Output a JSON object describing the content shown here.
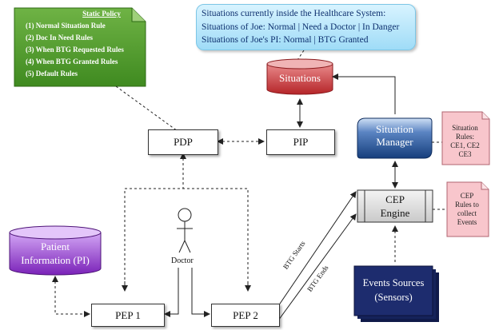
{
  "static_policy": {
    "title": "Static Policy",
    "rules": [
      "(1) Normal Situation Rule",
      "(2) Doc In Need Rules",
      "(3) When BTG Requested Rules",
      "(4) When BTG Granted Rules",
      "(5) Default Rules"
    ]
  },
  "callout": {
    "line1": "Situations currently inside the Healthcare System:",
    "line2": "Situations of Joe: Normal | Need a Doctor | In Danger",
    "line3": "Situations of Joe's PI: Normal | BTG Granted"
  },
  "nodes": {
    "situations": "Situations",
    "pdp": "PDP",
    "pip": "PIP",
    "situation_manager_line1": "Situation",
    "situation_manager_line2": "Manager",
    "cep_engine_line1": "CEP",
    "cep_engine_line2": "Engine",
    "patient_info_line1": "Patient",
    "patient_info_line2": "Information (PI)",
    "doctor": "Doctor",
    "pep1": "PEP 1",
    "pep2": "PEP 2",
    "events_line1": "Events Sources",
    "events_line2": "(Sensors)"
  },
  "notes": {
    "situation_rules": [
      "Situation",
      "Rules:",
      "CE1, CE2",
      "CE3"
    ],
    "cep_rules": [
      "CEP",
      "Rules to",
      "collect",
      "Events"
    ]
  },
  "arrow_labels": {
    "btg_starts": "BTG Starts",
    "btg_ends": "BTG Ends"
  },
  "colors": {
    "policy_green": "#4f9a2b",
    "situations_red": "#c8393b",
    "situation_manager_blue": "#1e4f94",
    "patient_info_purple": "#8a34c6",
    "events_navy": "#1a2a6b",
    "note_pink": "#f8c6cc"
  }
}
